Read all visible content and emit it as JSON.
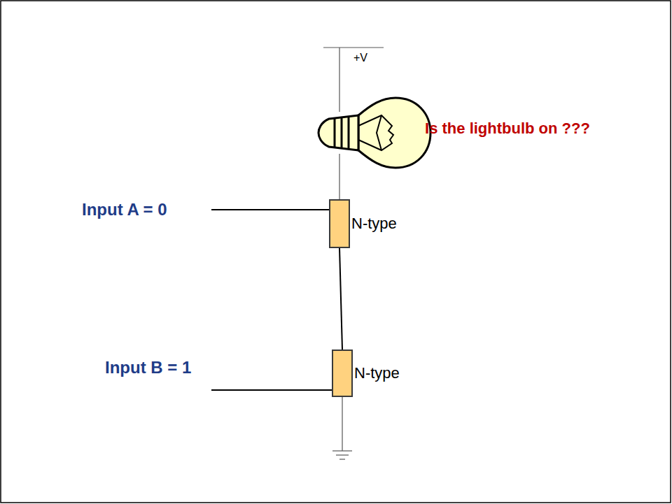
{
  "diagram": {
    "nodes": [
      {
        "text": [
          "N-type"
        ]
      },
      {
        "text": [
          "N-type"
        ]
      }
    ],
    "edges": [
      {
        "from": 0,
        "to": 1,
        "arrow": "none"
      }
    ],
    "labels": [
      "+V",
      "Is the lightbulb on ???",
      "Input A = 0",
      "Input B = 1"
    ]
  }
}
